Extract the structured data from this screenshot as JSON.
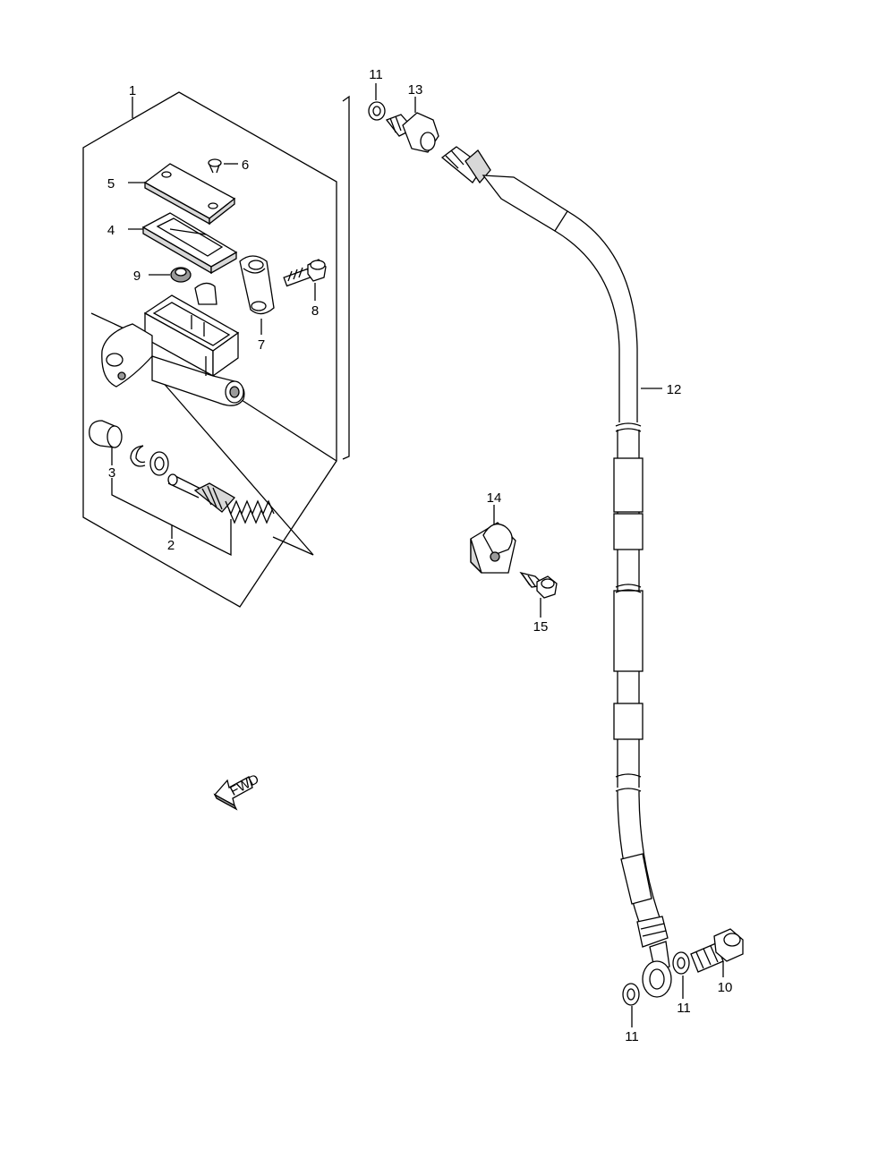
{
  "callouts": [
    {
      "id": "c1",
      "text": "1"
    },
    {
      "id": "c2",
      "text": "2"
    },
    {
      "id": "c3",
      "text": "3"
    },
    {
      "id": "c4",
      "text": "4"
    },
    {
      "id": "c5",
      "text": "5"
    },
    {
      "id": "c6",
      "text": "6"
    },
    {
      "id": "c7",
      "text": "7"
    },
    {
      "id": "c8",
      "text": "8"
    },
    {
      "id": "c9",
      "text": "9"
    },
    {
      "id": "c10",
      "text": "10"
    },
    {
      "id": "c11a",
      "text": "11"
    },
    {
      "id": "c11b",
      "text": "11"
    },
    {
      "id": "c11c",
      "text": "11"
    },
    {
      "id": "c12",
      "text": "12"
    },
    {
      "id": "c13",
      "text": "13"
    },
    {
      "id": "c14",
      "text": "14"
    },
    {
      "id": "c15",
      "text": "15"
    }
  ],
  "fwd_label": "FWD"
}
